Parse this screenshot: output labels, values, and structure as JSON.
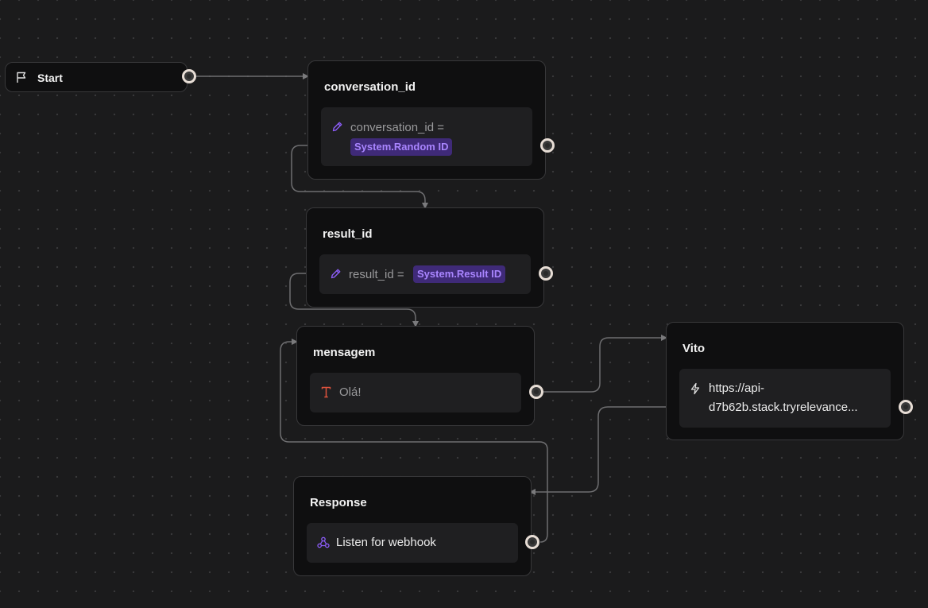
{
  "nodes": {
    "start": {
      "title": "Start"
    },
    "conversation_id": {
      "title": "conversation_id",
      "expr": "conversation_id =",
      "value": "System.Random ID"
    },
    "result_id": {
      "title": "result_id",
      "expr": "result_id =",
      "value": "System.Result ID"
    },
    "mensagem": {
      "title": "mensagem",
      "text": "Olá!"
    },
    "vito": {
      "title": "Vito",
      "url_line1": "https://api-",
      "url_line2": "d7b62b.stack.tryrelevance..."
    },
    "response": {
      "title": "Response",
      "action": "Listen for webhook"
    }
  },
  "icons": {
    "start": "flag-icon",
    "conversation_id": "pencil-icon",
    "result_id": "pencil-icon",
    "mensagem": "text-icon",
    "vito": "lightning-icon",
    "response": "webhook-icon"
  },
  "colors": {
    "canvas": "#1b1b1c",
    "node_bg": "#0f0f10",
    "node_border": "#38383a",
    "body_bg": "#1f1f21",
    "pill_bg": "#3f2a78",
    "pill_text": "#a985ff",
    "accent": "#8b5cf6",
    "text_icon": "#e0533d",
    "edge": "#6e6e70"
  }
}
